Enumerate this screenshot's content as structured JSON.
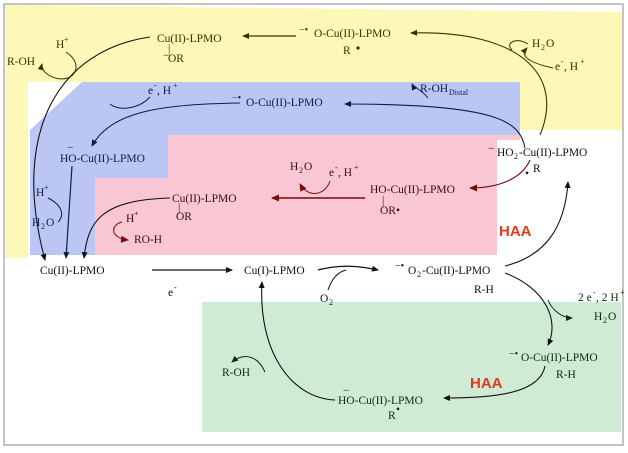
{
  "colors": {
    "yellow_region": "#fdf7b8",
    "blue_region": "#bcc6f5",
    "pink_region": "#f9c7d3",
    "green_region": "#cfebd3",
    "haa_text": "#e03a1c",
    "arrow_dark_red": "#7a0a0a",
    "arrow_olive": "#3a3000",
    "arrow_navy": "#0e1c4a",
    "frame": "#888888"
  },
  "labels": {
    "y_cu_lpmo": "Cu(II)-LPMO",
    "y_or": "OR",
    "y_minus": "−",
    "y_bar": "|",
    "y_o_cu_lpmo": "O-Cu(II)-LPMO",
    "y_dot_o": "−•",
    "y_r": "R",
    "y_h2o": "H2O",
    "y_h2o_main": "H",
    "y_h2o_sub": "2",
    "y_h2o_end": "O",
    "y_e_h": "e",
    "y_e_h_sup": "-",
    "y_e_h_end": ", H",
    "y_e_h_plus": "+",
    "y_hplus": "H",
    "y_hplus_sup": "+",
    "y_roh": "R-OH",
    "b_e": "e",
    "b_e_sup": "-",
    "b_e_mid": ", H",
    "b_e_plus": "+",
    "b_o_cu_lpmo": "O-Cu(II)-LPMO",
    "b_dot_o": "−•",
    "b_roh_distal": "R-OH",
    "b_roh_distal_sub": "Distal",
    "b_ho_cu_lpmo": "HO-Cu(II)-LPMO",
    "b_minus": "−",
    "b_hplus": "H",
    "b_hplus_sup": "+",
    "b_h2o": "H",
    "b_h2o_sub": "2",
    "b_h2o_end": "O",
    "r_h2o": "H",
    "r_h2o_sub": "2",
    "r_h2o_end": "O",
    "r_e_h": "e",
    "r_e_h_sup": "-",
    "r_e_h_mid": ", H",
    "r_e_h_plus": "+",
    "r_cu_lpmo": "Cu(II)-LPMO",
    "r_or": "OR",
    "r_bar": "|",
    "r_hplus": "H",
    "r_hplus_sup": "+",
    "r_roh": "RO-H",
    "r_ho_cu_lpmo": "HO-Cu(II)-LPMO",
    "r_or_dot": "OR•",
    "r_bar2": "|",
    "haa_upper": "HAA",
    "ho2_minus": "−",
    "ho2_main": "HO",
    "ho2_sub": "2",
    "ho2_end": "-Cu(II)-LPMO",
    "ho2_r": "R",
    "ho2_dot": "•",
    "m_cu2": "Cu(II)-LPMO",
    "m_cu1": "Cu(I)-LPMO",
    "m_e": "e",
    "m_e_sup": "-",
    "m_o2": "O",
    "m_o2_sub": "2",
    "m_o2cu_pre": "−•",
    "m_o2cu_main": "O",
    "m_o2cu_sub": "2",
    "m_o2cu_end": "-Cu(II)-LPMO",
    "m_rh": "R-H",
    "g_2e": "2 e",
    "g_2e_sup": "-",
    "g_2e_mid": ", 2 H",
    "g_2e_plus": "+",
    "g_h2o": "H",
    "g_h2o_sub": "2",
    "g_h2o_end": "O",
    "g_o_cu_lpmo": "O-Cu(II)-LPMO",
    "g_dot_o": "−•",
    "g_rh": "R-H",
    "haa_lower": "HAA",
    "g_roh": "R-OH",
    "g_ho_cu": "HO-Cu(II)-LPMO",
    "g_minus": "−",
    "g_r": "R",
    "g_r_dot": "•"
  }
}
